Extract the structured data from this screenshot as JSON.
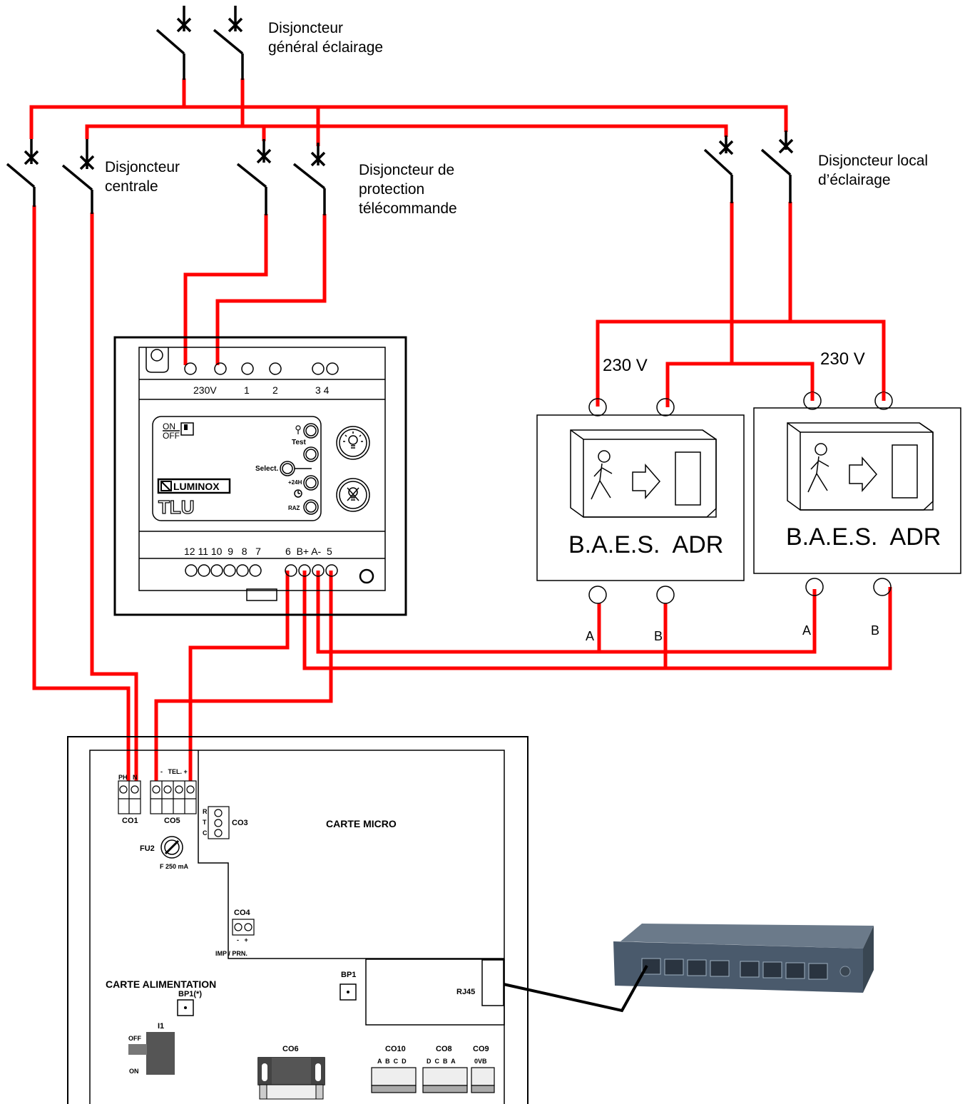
{
  "breakers": {
    "general_lighting": "Disjoncteur\ngénéral éclairage",
    "central": "Disjoncteur\ncentrale",
    "remote_protection": "Disjoncteur de\nprotection\ntélécommande",
    "local_lighting": "Disjoncteur local\nd’éclairage"
  },
  "tlu": {
    "brand": "LUMINOX",
    "model": "TLU",
    "top_terminals": [
      "230V",
      "1",
      "2",
      "3 4"
    ],
    "bottom_terminals": "12 11 10  9   8   7",
    "bottom_terminals_right": "6  B+ A-  5",
    "switch_on": "ON",
    "switch_off": "OFF",
    "btn_test": "Test",
    "btn_select": "Select.",
    "btn_24h": "+24H",
    "btn_raz": "RAZ"
  },
  "baes": {
    "label": "B.A.E.S.  ADR",
    "voltage": "230 V",
    "terminal_a": "A",
    "terminal_b": "B"
  },
  "board": {
    "carte_micro": "CARTE MICRO",
    "carte_alimentation": "CARTE ALIMENTATION",
    "co1": "CO1",
    "co5": "CO5",
    "co3": "CO3",
    "co4": "CO4",
    "co6": "CO6",
    "co8": "CO8",
    "co9": "CO9",
    "co10": "CO10",
    "co10_pins": "A  B  C  D",
    "co8_pins": "D  C  B  A",
    "co9_pins": "0VB",
    "ph": "PH",
    "n": "N",
    "tel": "-   TEL. +",
    "rtc": [
      "R",
      "T",
      "C"
    ],
    "fu2": "FU2",
    "fuse": "F 250 mA",
    "imp": "IMP / PRN.",
    "co4_pins": "-   +",
    "bp1": "BP1",
    "bp1_star": "BP1(*)",
    "rj45": "RJ45",
    "i1": "I1",
    "off": "OFF",
    "on": "ON"
  },
  "colors": {
    "wire": "#ff0000",
    "switch_body": "#4a5a6c",
    "port": "#2a3440"
  }
}
